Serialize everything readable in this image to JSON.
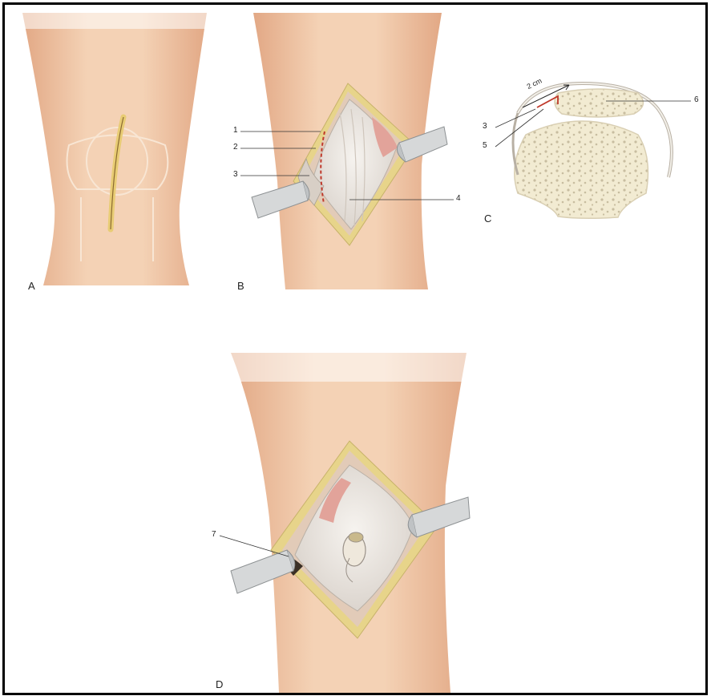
{
  "panels": {
    "a": {
      "letter": "A"
    },
    "b": {
      "letter": "B",
      "labels": [
        "1",
        "2",
        "3",
        "4"
      ]
    },
    "c": {
      "letter": "C",
      "labels": [
        "3",
        "5",
        "6"
      ],
      "measure": "2 cm"
    },
    "d": {
      "letter": "D",
      "labels": [
        "7"
      ]
    }
  },
  "colors": {
    "skin": "#f1c9a6",
    "skin_shadow": "#e3a883",
    "fat": "#e7d48a",
    "tissue": "#ebe6e1",
    "bone": "#f2ebd2",
    "retractor": "#d6d8d9",
    "muscle": "#e2a39a",
    "incision_mark": "#c0392b"
  }
}
